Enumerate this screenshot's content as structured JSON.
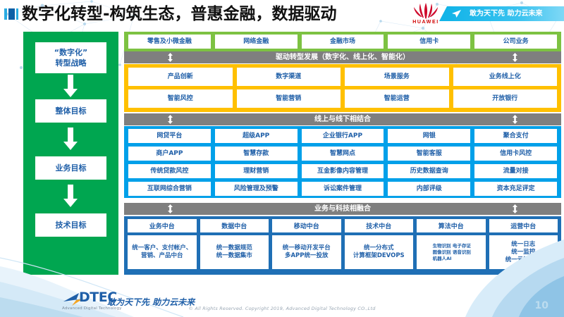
{
  "header": {
    "title": "数字化转型-构筑生态，普惠金融，数据驱动",
    "huawei_wordmark": "HUAWEI",
    "banner_slogan": "敢为天下先 助力云未来"
  },
  "strategy": {
    "boxes": [
      {
        "label": "“数字化”\n转型战略"
      },
      {
        "label": "整体目标"
      },
      {
        "label": "业务目标"
      },
      {
        "label": "技术目标"
      }
    ]
  },
  "business_band": {
    "items": [
      "零售及小微金融",
      "网络金融",
      "金融市场",
      "信用卡",
      "公司业务"
    ]
  },
  "connectors": [
    {
      "label": "驱动转型发展（数字化、线上化、智能化）"
    },
    {
      "label": "线上与线下相结合"
    },
    {
      "label": "业务与科技相融合"
    }
  ],
  "transform_band": {
    "rows": [
      [
        "产品创新",
        "数字渠道",
        "场景服务",
        "业务线上化"
      ],
      [
        "智能风控",
        "智能营销",
        "智能运营",
        "开放银行"
      ]
    ]
  },
  "channel_band": {
    "rows": [
      [
        "网贷平台",
        "超级APP",
        "企业银行APP",
        "网银",
        "聚合支付"
      ],
      [
        "商户APP",
        "智慧存款",
        "智慧网点",
        "智能客服",
        "信用卡风控"
      ],
      [
        "传统贷款风控",
        "理财营销",
        "互金影像内容管理",
        "历史数据查询",
        "流量对接"
      ],
      [
        "互联网综合营销",
        "风险管理及预警",
        "诉讼案件管理",
        "内部评级",
        "资本充足评定"
      ]
    ]
  },
  "platform_band": {
    "columns": [
      {
        "head": "业务中台",
        "body": "统一客户、支付帐户、营销、产品中台",
        "tiny": false
      },
      {
        "head": "数据中台",
        "body": "统一数据规范\n统一数据集市",
        "tiny": false
      },
      {
        "head": "移动中台",
        "body": "统一移动开发平台\n多APP统一投放",
        "tiny": false
      },
      {
        "head": "技术中台",
        "body": "统一分布式\n计算框架DEVOPS",
        "tiny": false
      },
      {
        "head": "算法中台",
        "body": "生物识别 电子存证\n图像识别 语音识别\n机器人AI",
        "tiny": true
      },
      {
        "head": "运营中台",
        "body": "统一日志\n统一监控\n统一云管平台",
        "tiny": false
      }
    ]
  },
  "footer": {
    "logo_word": "DTEC",
    "logo_sub": "Advanced Digital Technology",
    "slogan": "敢为天下先   助力云未来",
    "copyright": "© All Rights Reserved. Copyright 2019, Advanced Digital Technology CO.,Ltd",
    "page_number": "10"
  },
  "colors": {
    "green_strategy": "#00A650",
    "green_band": "#7DC242",
    "orange_band": "#FFC000",
    "blue_band": "#00A0E9",
    "deep_blue_band": "#1F6FB5",
    "gray_bar": "#7F7F7F",
    "text_blue": "#1F5FA8",
    "huawei_red": "#CF0A2C"
  }
}
